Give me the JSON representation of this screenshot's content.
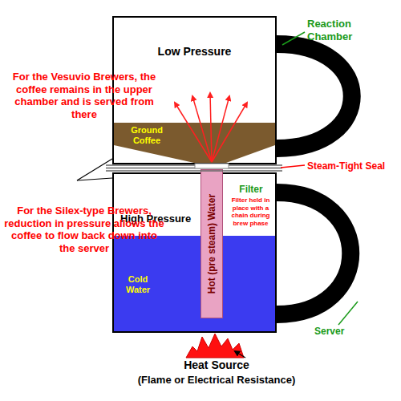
{
  "diagram": {
    "nodes": [
      {
        "text": [
          "Low Pressure"
        ]
      },
      {
        "text": [
          "Ground Coffee"
        ],
        "in": 0
      },
      {
        "text": [
          "High Pressure"
        ]
      },
      {
        "text": [
          "Cold Water"
        ],
        "in": 2
      },
      {
        "text": [
          "Hot (pre steam) Water"
        ],
        "in": 2
      }
    ],
    "labels": [
      "For the Vesuvio Brewers, the coffee remains in the upper chamber and is served from there",
      "For the Silex-type Brewers, reduction in pressure allows the coffee to flow back down into the server",
      "Reaction Chamber",
      "Steam-Tight Seal",
      "Filter",
      "Filter held in place with a chain during brew phase",
      "Server",
      "Heat Source",
      "(Flame or Electrical Resistance)"
    ]
  }
}
